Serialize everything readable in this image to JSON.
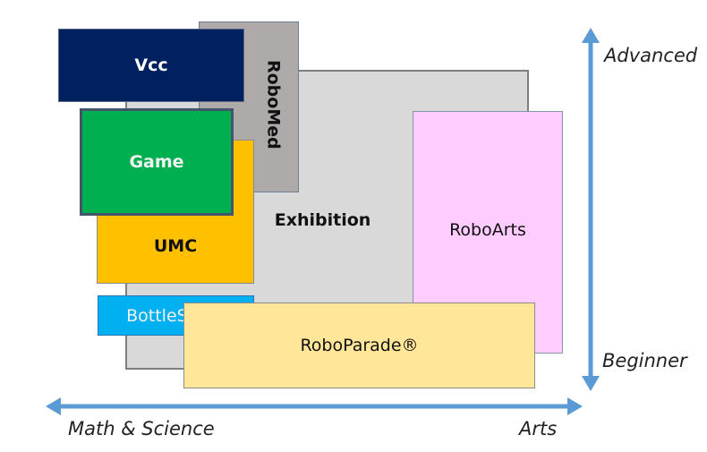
{
  "blocks": {
    "exhibition": {
      "label": "Exhibition",
      "color": "#d9d9d9"
    },
    "robomed": {
      "label": "RoboMed",
      "color": "#aeaaaa"
    },
    "vcc": {
      "label": "Vcc",
      "color": "#002060"
    },
    "umc": {
      "label": "UMC",
      "color": "#ffc000"
    },
    "game": {
      "label": "Game",
      "color": "#00b050"
    },
    "bottlesumo": {
      "label": "BottleSumo",
      "color": "#00b0f0"
    },
    "roboarts": {
      "label": "RoboArts",
      "color": "#ffccff"
    },
    "roboparade": {
      "label": "RoboParade®",
      "color": "#ffe699"
    }
  },
  "axes": {
    "vertical_top": "Advanced",
    "vertical_bottom": "Beginner",
    "horizontal_left": "Math & Science",
    "horizontal_right": "Arts",
    "color": "#5b9bd5"
  }
}
